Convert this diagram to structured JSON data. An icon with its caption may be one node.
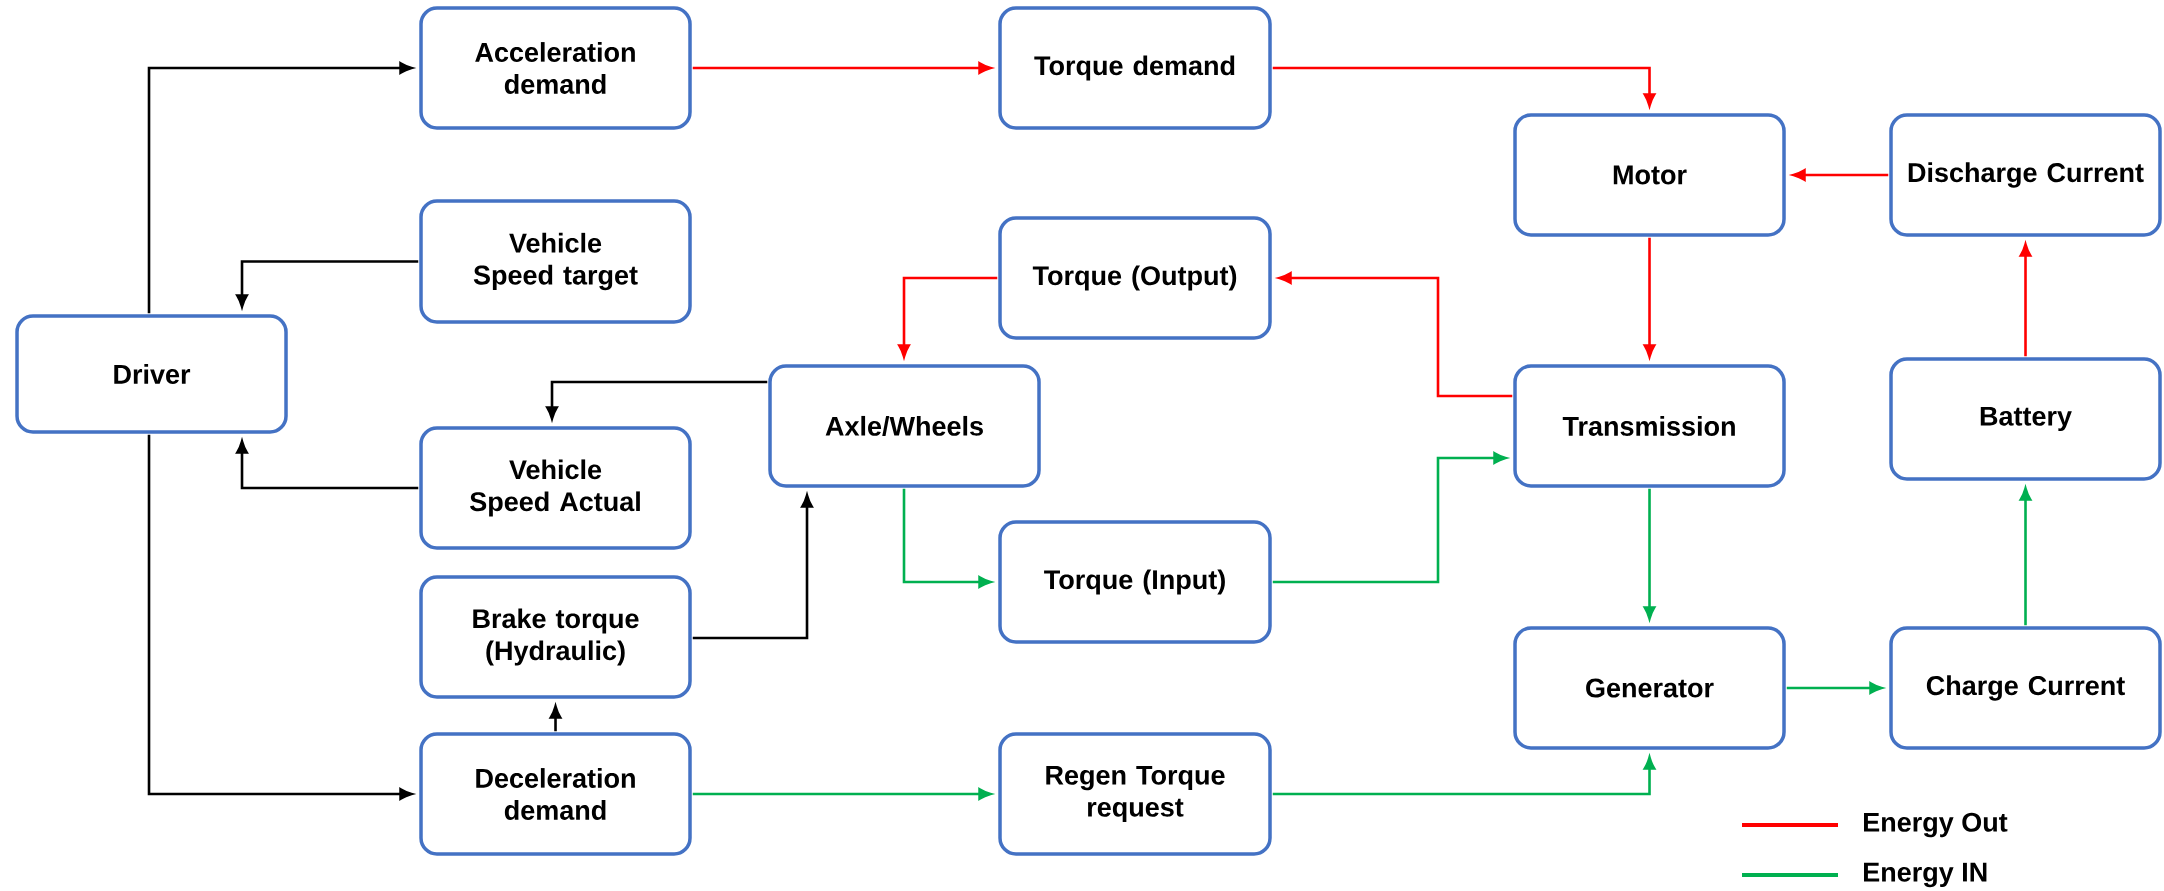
{
  "diagram": {
    "nodes": [
      {
        "text": [
          "Driver"
        ]
      },
      {
        "text": [
          "Acceleration demand"
        ]
      },
      {
        "text": [
          "Torque demand"
        ]
      },
      {
        "text": [
          "Motor"
        ]
      },
      {
        "text": [
          "Discharge Current"
        ]
      },
      {
        "text": [
          "Vehicle Speed target"
        ]
      },
      {
        "text": [
          "Torque (Output)"
        ]
      },
      {
        "text": [
          "Axle/Wheels"
        ]
      },
      {
        "text": [
          "Transmission"
        ]
      },
      {
        "text": [
          "Battery"
        ]
      },
      {
        "text": [
          "Vehicle Speed Actual"
        ]
      },
      {
        "text": [
          "Torque (Input)"
        ]
      },
      {
        "text": [
          "Brake torque (Hydraulic)"
        ]
      },
      {
        "text": [
          "Generator"
        ]
      },
      {
        "text": [
          "Charge Current"
        ]
      },
      {
        "text": [
          "Deceleration demand"
        ]
      },
      {
        "text": [
          "Regen Torque request"
        ]
      }
    ],
    "edges": [
      {
        "from": 0,
        "to": 1,
        "arrow": "to",
        "color": "#000000"
      },
      {
        "from": 0,
        "to": 15,
        "arrow": "to",
        "color": "#000000"
      },
      {
        "from": 5,
        "to": 0,
        "arrow": "to",
        "color": "#000000"
      },
      {
        "from": 10,
        "to": 0,
        "arrow": "to",
        "color": "#000000"
      },
      {
        "from": 7,
        "to": 10,
        "arrow": "to",
        "color": "#000000"
      },
      {
        "from": 12,
        "to": 7,
        "arrow": "to",
        "color": "#000000"
      },
      {
        "from": 15,
        "to": 12,
        "arrow": "to",
        "color": "#000000"
      },
      {
        "from": 1,
        "to": 2,
        "arrow": "to",
        "color": "#ff0000"
      },
      {
        "from": 2,
        "to": 3,
        "arrow": "to",
        "color": "#ff0000"
      },
      {
        "from": 4,
        "to": 3,
        "arrow": "to",
        "color": "#ff0000"
      },
      {
        "from": 3,
        "to": 8,
        "arrow": "to",
        "color": "#ff0000"
      },
      {
        "from": 9,
        "to": 4,
        "arrow": "to",
        "color": "#ff0000"
      },
      {
        "from": 8,
        "to": 6,
        "arrow": "to",
        "color": "#ff0000"
      },
      {
        "from": 6,
        "to": 7,
        "arrow": "to",
        "color": "#ff0000"
      },
      {
        "from": 7,
        "to": 11,
        "arrow": "to",
        "color": "#00b050"
      },
      {
        "from": 11,
        "to": 8,
        "arrow": "to",
        "color": "#00b050"
      },
      {
        "from": 8,
        "to": 13,
        "arrow": "to",
        "color": "#00b050"
      },
      {
        "from": 13,
        "to": 14,
        "arrow": "to",
        "color": "#00b050"
      },
      {
        "from": 14,
        "to": 9,
        "arrow": "to",
        "color": "#00b050"
      },
      {
        "from": 15,
        "to": 16,
        "arrow": "to",
        "color": "#00b050"
      },
      {
        "from": 16,
        "to": 13,
        "arrow": "to",
        "color": "#00b050"
      }
    ],
    "legend": [
      {
        "text": "Energy Out"
      },
      {
        "text": "Energy IN"
      }
    ]
  }
}
